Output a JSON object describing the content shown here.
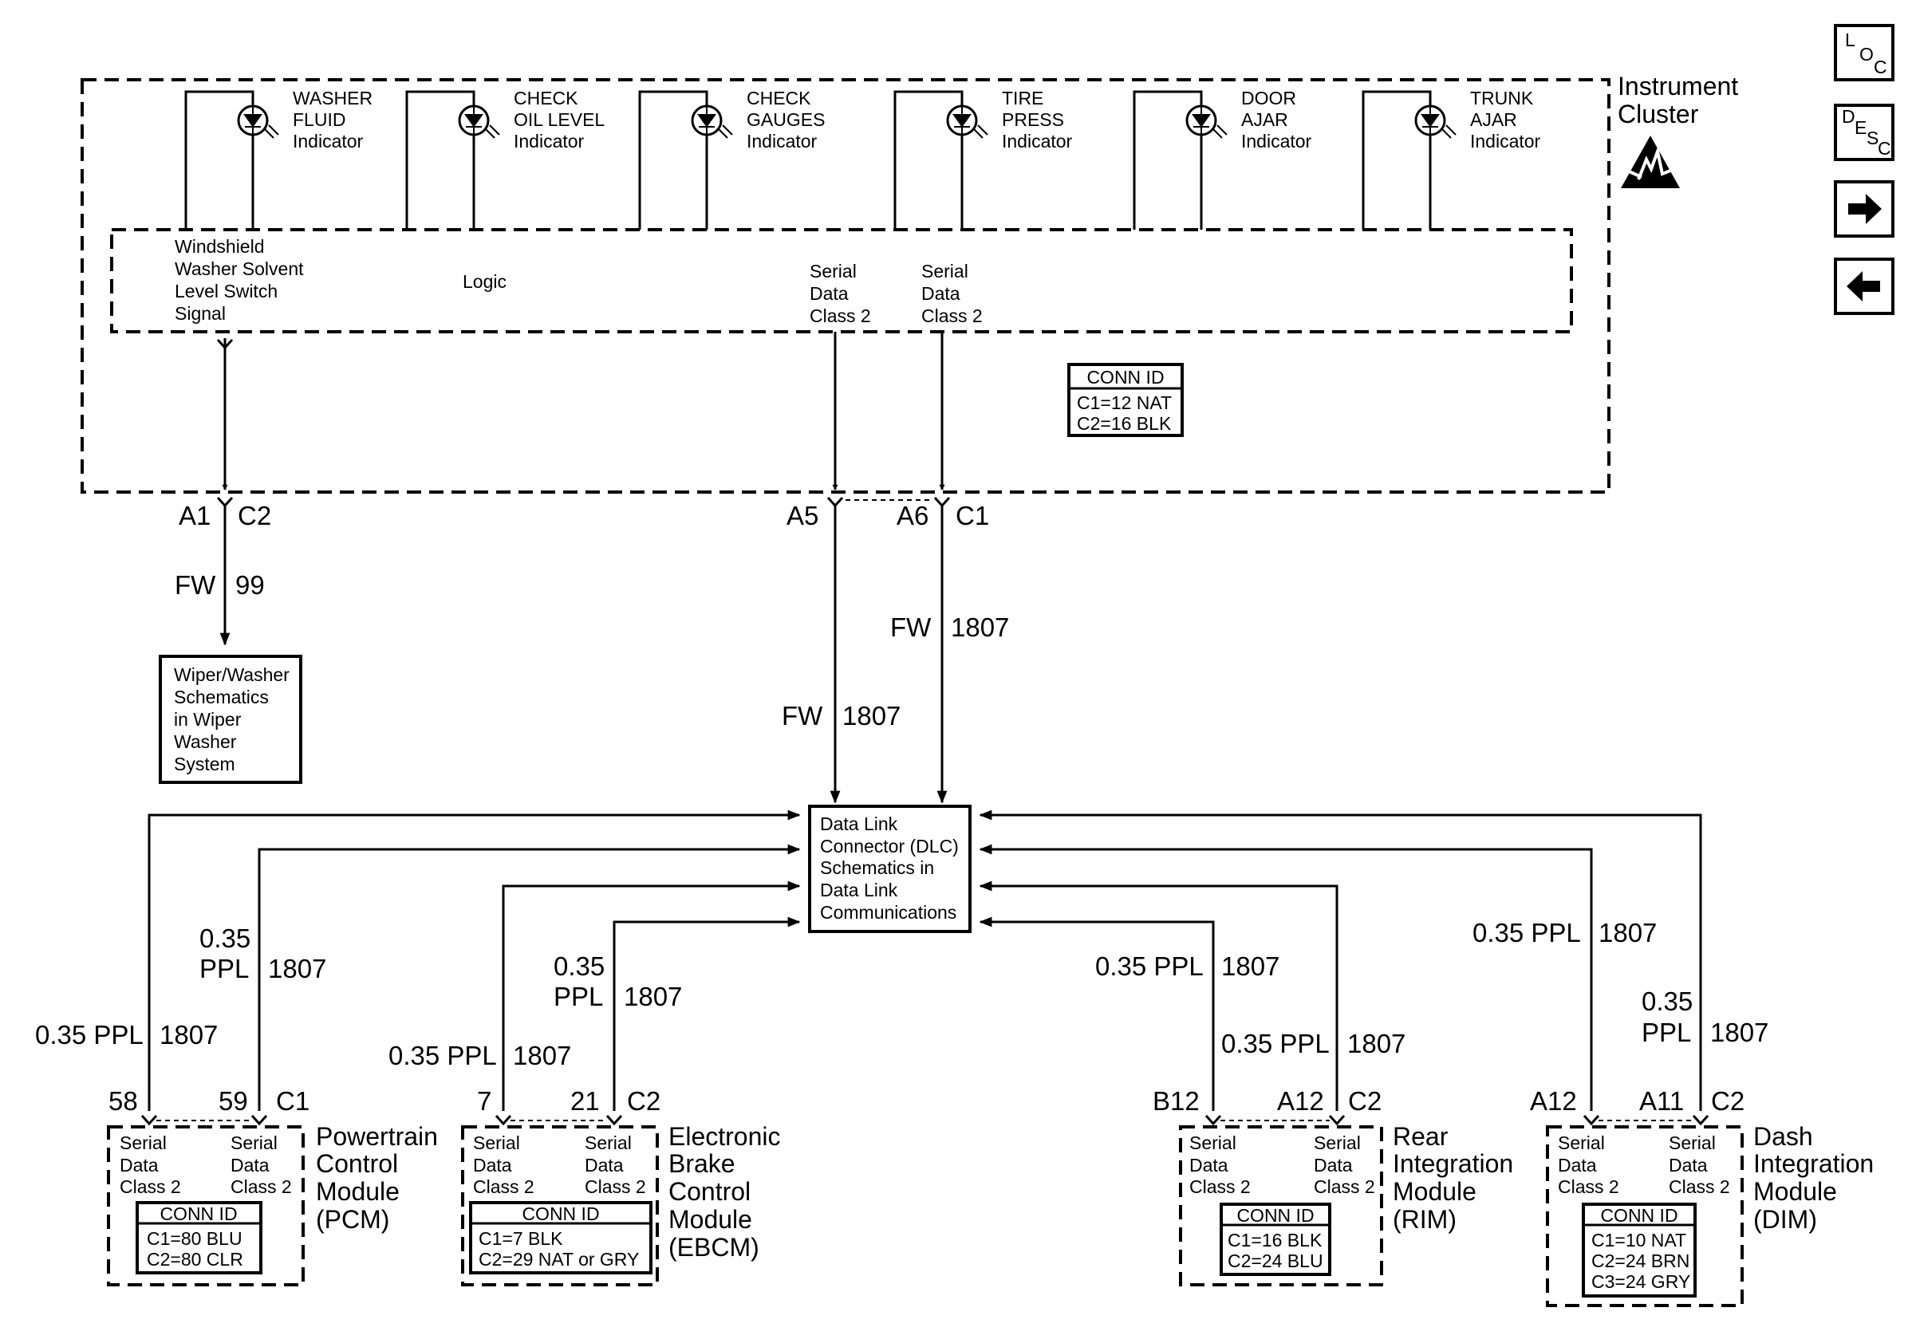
{
  "nav_buttons": [
    {
      "name": "loc-button",
      "letters": [
        "L",
        "O",
        "C"
      ]
    },
    {
      "name": "desc-button",
      "letters": [
        "D",
        "E",
        "S",
        "C"
      ]
    },
    {
      "name": "next-page-button",
      "icon": "arrow-right-icon"
    },
    {
      "name": "prev-page-button",
      "icon": "arrow-left-icon"
    }
  ],
  "instrument_cluster": {
    "title": [
      "Instrument",
      "Cluster"
    ],
    "esd_icon": "esd-sensitive-warning-icon",
    "indicators": [
      {
        "label": [
          "WASHER",
          "FLUID",
          "Indicator"
        ]
      },
      {
        "label": [
          "CHECK",
          "OIL LEVEL",
          "Indicator"
        ]
      },
      {
        "label": [
          "CHECK",
          "GAUGES",
          "Indicator"
        ]
      },
      {
        "label": [
          "TIRE",
          "PRESS",
          "Indicator"
        ]
      },
      {
        "label": [
          "DOOR",
          "AJAR",
          "Indicator"
        ]
      },
      {
        "label": [
          "TRUNK",
          "AJAR",
          "Indicator"
        ]
      }
    ],
    "logic_label": "Logic",
    "washer_signal_label": [
      "Windshield",
      "Washer Solvent",
      "Level Switch",
      "Signal"
    ],
    "serial_label": [
      "Serial",
      "Data",
      "Class 2"
    ],
    "conn_id": {
      "title": "CONN ID",
      "lines": [
        "C1=12 NAT",
        "C2=16 BLK"
      ]
    }
  },
  "cluster_pins": {
    "a1": "A1",
    "a1_conn": "C2",
    "a5": "A5",
    "a6": "A6",
    "a6_conn": "C1"
  },
  "wires": {
    "washer": {
      "color": "FW",
      "circuit": "99"
    },
    "a5": {
      "color": "FW",
      "circuit": "1807"
    },
    "a6": {
      "color": "FW",
      "circuit": "1807"
    }
  },
  "wiper_box": [
    "Wiper/Washer",
    "Schematics",
    "in Wiper",
    "Washer",
    "System"
  ],
  "dlc_box": [
    "Data Link",
    "Connector (DLC)",
    "Schematics in",
    "Data Link",
    "Communications"
  ],
  "modules": {
    "pcm": {
      "name": [
        "Powertrain",
        "Control",
        "Module",
        "(PCM)"
      ],
      "pins": [
        "58",
        "59"
      ],
      "conn": "C1",
      "serial": [
        "Serial",
        "Data",
        "Class 2"
      ],
      "conn_id": {
        "title": "CONN ID",
        "lines": [
          "C1=80 BLU",
          "C2=80 CLR"
        ]
      },
      "wire_left": {
        "size": "0.35 PPL",
        "circuit": "1807"
      },
      "wire_right": {
        "size_line1": "0.35",
        "size_line2": "PPL",
        "circuit": "1807"
      }
    },
    "ebcm": {
      "name": [
        "Electronic",
        "Brake",
        "Control",
        "Module",
        "(EBCM)"
      ],
      "pins": [
        "7",
        "21"
      ],
      "conn": "C2",
      "serial": [
        "Serial",
        "Data",
        "Class 2"
      ],
      "conn_id": {
        "title": "CONN ID",
        "lines": [
          "C1=7 BLK",
          "C2=29 NAT or GRY"
        ]
      },
      "wire_left": {
        "size": "0.35 PPL",
        "circuit": "1807"
      },
      "wire_right": {
        "size_line1": "0.35",
        "size_line2": "PPL",
        "circuit": "1807"
      }
    },
    "rim": {
      "name": [
        "Rear",
        "Integration",
        "Module",
        "(RIM)"
      ],
      "pins": [
        "B12",
        "A12"
      ],
      "conn": "C2",
      "serial": [
        "Serial",
        "Data",
        "Class 2"
      ],
      "conn_id": {
        "title": "CONN ID",
        "lines": [
          "C1=16 BLK",
          "C2=24 BLU"
        ]
      },
      "wire_left": {
        "size": "0.35 PPL",
        "circuit": "1807"
      },
      "wire_right": {
        "size": "0.35 PPL",
        "circuit": "1807"
      }
    },
    "dim": {
      "name": [
        "Dash",
        "Integration",
        "Module",
        "(DIM)"
      ],
      "pins": [
        "A12",
        "A11"
      ],
      "conn": "C2",
      "serial": [
        "Serial",
        "Data",
        "Class 2"
      ],
      "conn_id": {
        "title": "CONN ID",
        "lines": [
          "C1=10 NAT",
          "C2=24 BRN",
          "C3=24 GRY"
        ]
      },
      "wire_left": {
        "size": "0.35 PPL",
        "circuit": "1807"
      },
      "wire_right": {
        "size_line1": "0.35",
        "size_line2": "PPL",
        "circuit": "1807"
      }
    }
  }
}
